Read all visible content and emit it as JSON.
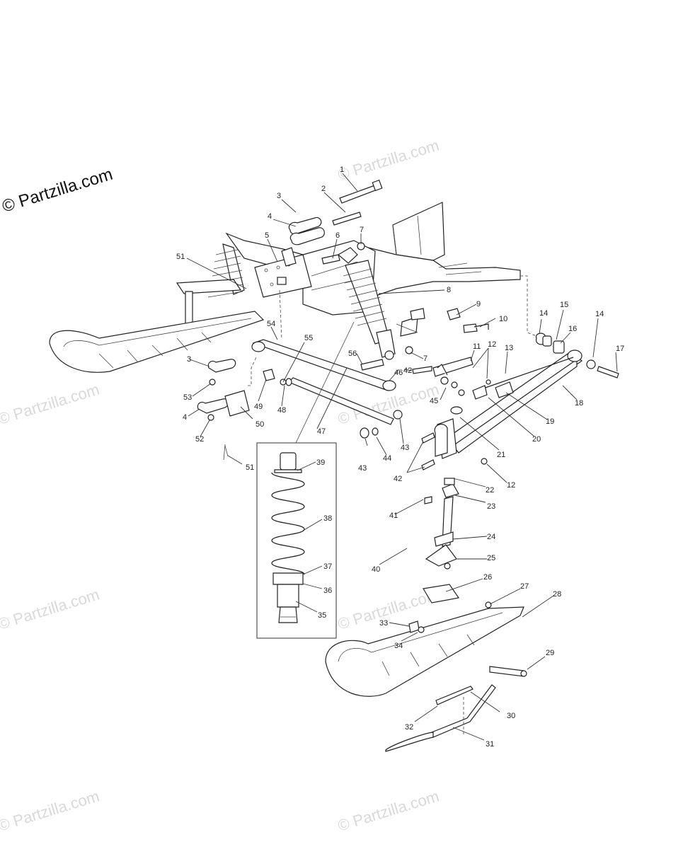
{
  "watermarks": {
    "main": "© Partzilla.com",
    "repeat": "© Partzilla.com"
  },
  "callouts": [
    "1",
    "2",
    "3",
    "4",
    "5",
    "6",
    "7",
    "8",
    "9",
    "10",
    "11",
    "12",
    "13",
    "14",
    "15",
    "16",
    "17",
    "18",
    "19",
    "20",
    "21",
    "22",
    "23",
    "24",
    "25",
    "26",
    "27",
    "28",
    "29",
    "30",
    "31",
    "32",
    "33",
    "34",
    "35",
    "36",
    "37",
    "38",
    "39",
    "40",
    "41",
    "42",
    "43",
    "44",
    "45",
    "46",
    "47",
    "48",
    "49",
    "50",
    "51",
    "52",
    "53",
    "54",
    "55",
    "56"
  ],
  "colors": {
    "line": "#222222",
    "watermark": "#d9d9d9",
    "background": "#ffffff"
  }
}
